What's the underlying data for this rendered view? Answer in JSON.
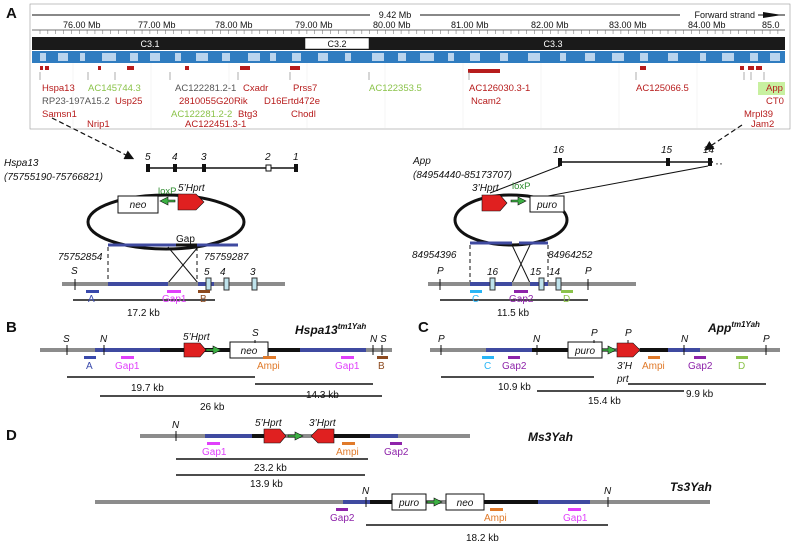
{
  "panels": {
    "a": "A",
    "b": "B",
    "c": "C",
    "d": "D"
  },
  "browser": {
    "span": "9.42 Mb",
    "strand": "Forward strand",
    "ticks": [
      "76.00 Mb",
      "77.00 Mb",
      "78.00 Mb",
      "79.00 Mb",
      "80.00 Mb",
      "81.00 Mb",
      "82.00 Mb",
      "83.00 Mb",
      "84.00 Mb",
      "85.0"
    ],
    "bands": [
      "C3.1",
      "C3.2",
      "C3.3"
    ],
    "genes": [
      "Hspa13",
      "AC145744.3",
      "AC122281.2-1",
      "Cxadr",
      "Prss7",
      "AC122353.5",
      "AC126030.3-1",
      "AC125066.5",
      "App",
      "RP23-197A15.2",
      "Usp25",
      "2810055G20Rik",
      "D16Ertd472e",
      "Ncam2",
      "CT0",
      "Samsn1",
      "Nrip1",
      "AC122281.2-2",
      "Btg3",
      "Chodl",
      "Mrpl39",
      "AC122451.3-1",
      "Jam2"
    ],
    "colors": {
      "band_dark": "#1a1a1a",
      "band_light": "#ffffff",
      "track": "#2f7cc0",
      "gene": "#b71c1c",
      "highlight": "#c8f0a0"
    }
  },
  "hspa": {
    "name": "Hspa13",
    "coords": "(75755190-75766821)",
    "exons": [
      "5",
      "4",
      "3",
      "2",
      "1"
    ],
    "loxp": "loxP",
    "hprt": "5’Hprt",
    "neo": "neo",
    "gap": "Gap",
    "left_coord": "75752854",
    "right_coord": "75759287",
    "s_site": "S",
    "exon_labels": [
      "5",
      "4",
      "3"
    ],
    "probe_a": "A",
    "probe_gap1": "Gap1",
    "probe_b": "B",
    "fragment": "17.2 kb"
  },
  "app": {
    "name": "App",
    "coords": "(84954440-85173707)",
    "exons": [
      "16",
      "15",
      "14"
    ],
    "hprt": "3’Hprt",
    "loxp": "loxP",
    "puro": "puro",
    "left_coord": "84954396",
    "right_coord": "84964252",
    "p_site": "P",
    "exon_labels": [
      "16",
      "15",
      "14"
    ],
    "probe_c": "C",
    "probe_gap2": "Gap2",
    "probe_d": "D",
    "fragment": "11.5 kb"
  },
  "b": {
    "title": "Hspa13",
    "title_sup": "tm1Yah",
    "sites": [
      "S",
      "N",
      "S",
      "N",
      "S"
    ],
    "hprt": "5’Hprt",
    "neo": "neo",
    "probes": [
      "A",
      "Gap1",
      "Ampi",
      "Gap1",
      "B"
    ],
    "fragments": [
      "19.7 kb",
      "14.3 kb",
      "26 kb"
    ]
  },
  "c": {
    "title": "App",
    "title_sup": "tm1Yah",
    "sites": [
      "P",
      "N",
      "P",
      "P",
      "N",
      "P"
    ],
    "puro": "puro",
    "hprt": "3’H",
    "prt": "prt",
    "probes": [
      "C",
      "Gap2",
      "Ampi",
      "Gap2",
      "D"
    ],
    "fragments": [
      "10.9 kb",
      "9.9 kb",
      "15.4 kb"
    ]
  },
  "d": {
    "ms_title": "Ms3Yah",
    "ts_title": "Ts3Yah",
    "ms_site": "N",
    "ms_hprt5": "5’Hprt",
    "ms_hprt3": "3’Hprt",
    "ms_probes": [
      "Gap1",
      "Ampi",
      "Gap2"
    ],
    "ms_fragments": [
      "23.2 kb",
      "13.9 kb"
    ],
    "ts_sites": [
      "N",
      "N"
    ],
    "ts_puro": "puro",
    "ts_neo": "neo",
    "ts_probes": [
      "Gap2",
      "Ampi",
      "Gap1"
    ],
    "ts_fragment": "18.2 kb"
  },
  "probe_colors": {
    "A": "#3949ab",
    "Gap1": "#e040fb",
    "B": "#8d4a1f",
    "C": "#29b6f6",
    "Gap2": "#8e24aa",
    "D": "#8bc34a",
    "Ampi": "#e07a2a"
  }
}
